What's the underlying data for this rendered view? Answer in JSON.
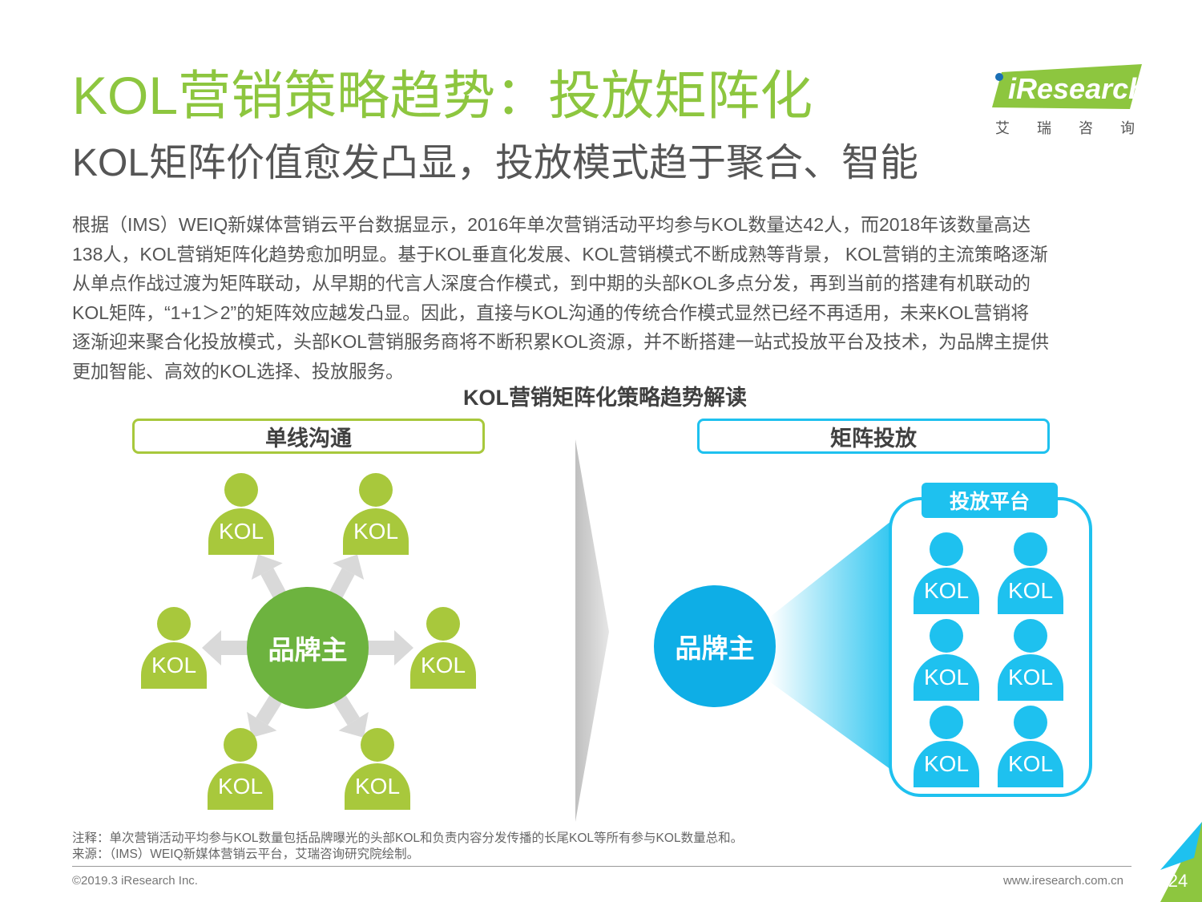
{
  "title": "KOL营销策略趋势：投放矩阵化",
  "subtitle": "KOL矩阵价值愈发凸显，投放模式趋于聚合、智能",
  "body_lines": [
    "根据（IMS）WEIQ新媒体营销云平台数据显示，2016年单次营销活动平均参与KOL数量达42人，而2018年该数量高达",
    "138人，KOL营销矩阵化趋势愈加明显。基于KOL垂直化发展、KOL营销模式不断成熟等背景， KOL营销的主流策略逐渐",
    "从单点作战过渡为矩阵联动，从早期的代言人深度合作模式，到中期的头部KOL多点分发，再到当前的搭建有机联动的",
    "KOL矩阵，“1+1＞2”的矩阵效应越发凸显。因此，直接与KOL沟通的传统合作模式显然已经不再适用，未来KOL营销将",
    "逐渐迎来聚合化投放模式，头部KOL营销服务商将不断积累KOL资源，并不断搭建一站式投放平台及技术，为品牌主提供",
    "更加智能、高效的KOL选择、投放服务。"
  ],
  "diagram": {
    "title": "KOL营销矩阵化策略趋势解读",
    "left_header": "单线沟通",
    "right_header": "矩阵投放",
    "brand_label": "品牌主",
    "kol_label": "KOL",
    "platform_label": "投放平台"
  },
  "logo": {
    "text": "iResearch",
    "cn": "艾瑞咨询"
  },
  "notes": {
    "note": "注释：单次营销活动平均参与KOL数量包括品牌曝光的头部KOL和负责内容分发传播的长尾KOL等所有参与KOL数量总和。",
    "source": "来源：（IMS）WEIQ新媒体营销云平台，艾瑞咨询研究院绘制。"
  },
  "footer": {
    "copyright": "©2019.3 iResearch Inc.",
    "website": "www.iresearch.com.cn",
    "page_number": "24"
  },
  "colors": {
    "title_green": "#8dc63f",
    "kol_green": "#a8c83c",
    "brand_green": "#6db33f",
    "kol_blue": "#1ec1ef",
    "brand_blue": "#0eaee6"
  }
}
